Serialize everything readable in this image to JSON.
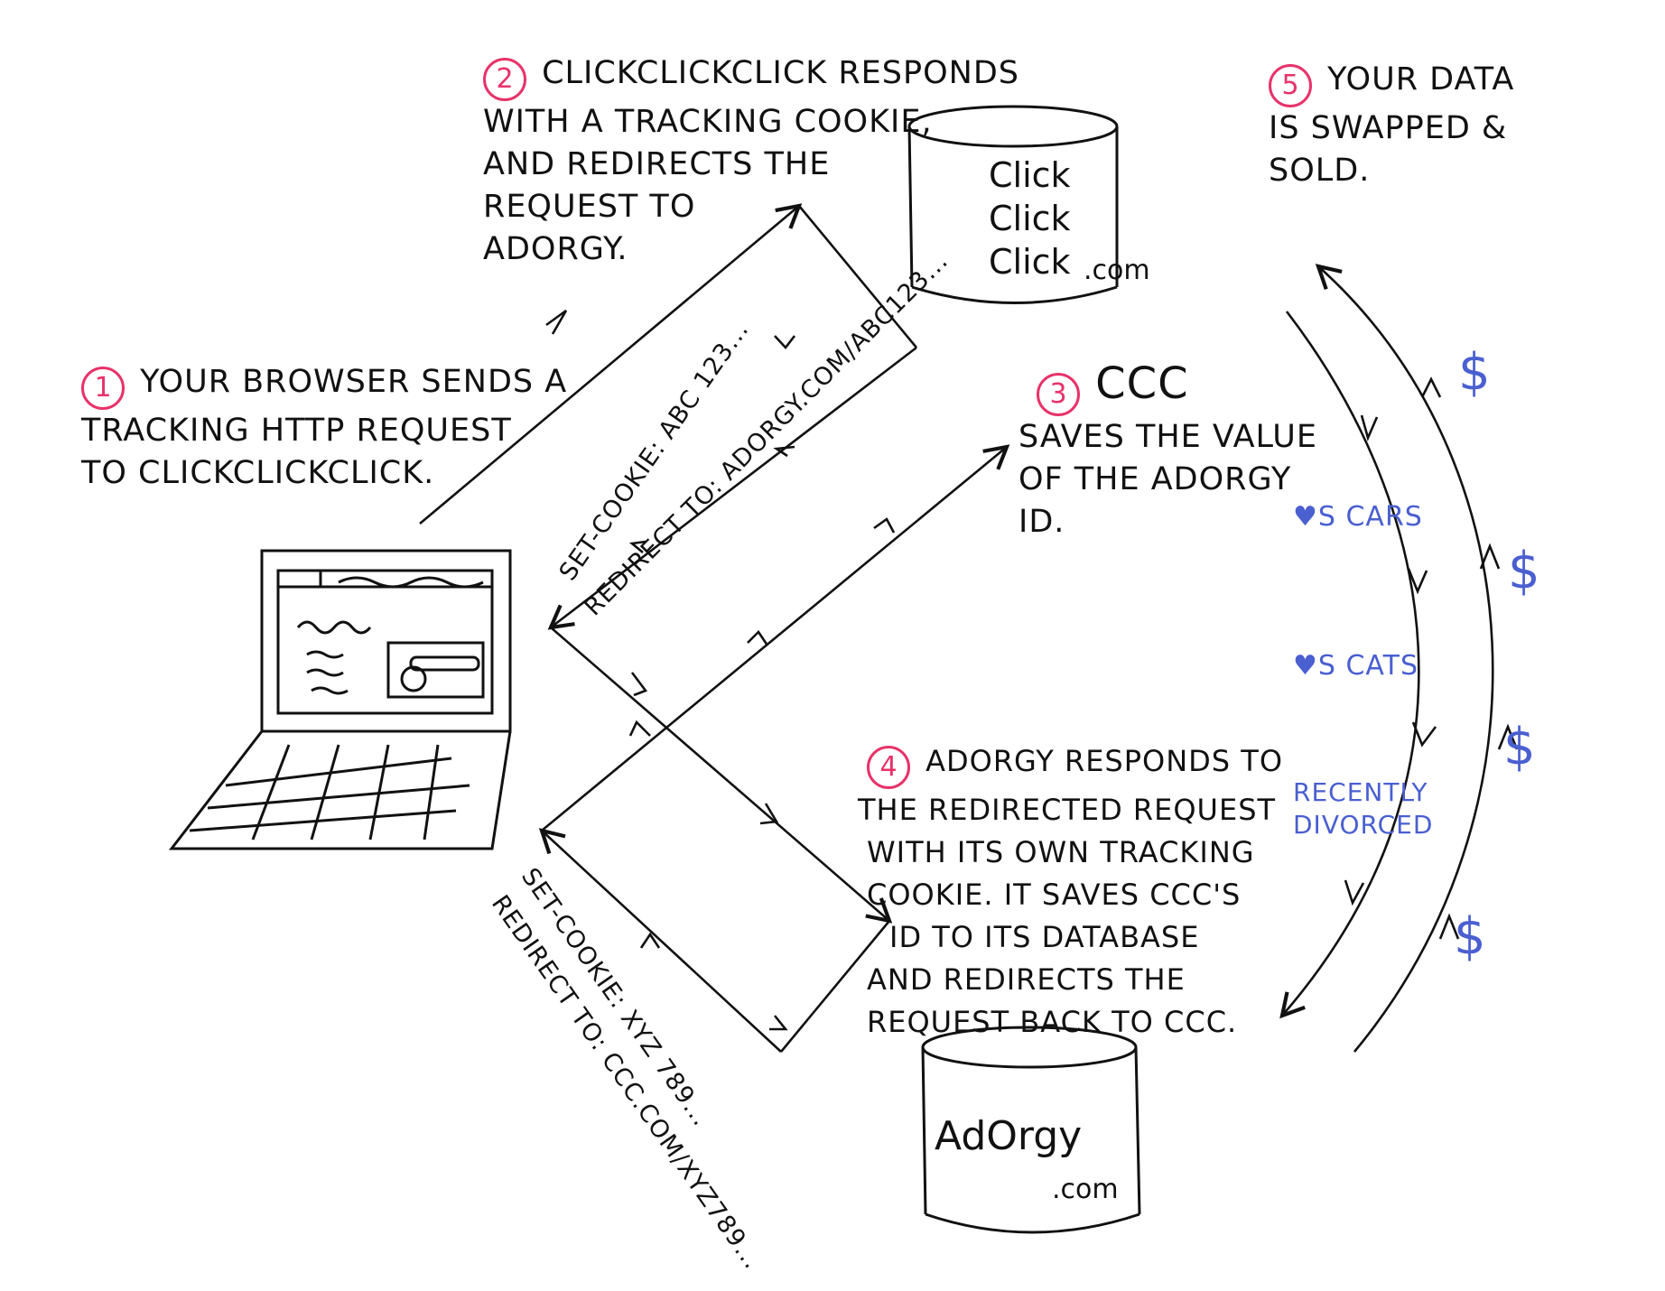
{
  "steps": [
    {
      "number": "1",
      "lines": [
        "Your browser sends a",
        "tracking HTTP request",
        "to clickclickclick."
      ]
    },
    {
      "number": "2",
      "lines": [
        "Clickclickclick responds",
        "with a tracking cookie,",
        "and redirects the",
        "request to",
        "Adorgy."
      ]
    },
    {
      "number": "3",
      "lines": [
        "CCC",
        "saves the value",
        "of the Adorgy",
        "ID."
      ]
    },
    {
      "number": "4",
      "lines": [
        "Adorgy responds to",
        "the redirected request",
        "with its own tracking",
        "cookie. It saves CCC's",
        "ID to its database",
        "and redirects the",
        "request back to CCC."
      ]
    },
    {
      "number": "5",
      "lines": [
        "Your data",
        "is swapped &",
        "sold."
      ]
    }
  ],
  "databases": {
    "clickclickclick": {
      "lines": [
        "Click",
        "Click",
        "Click"
      ],
      "suffix": ".com"
    },
    "adorgy": {
      "lines": [
        "AdOrgy"
      ],
      "suffix": ".com"
    }
  },
  "arrow_labels": {
    "ccc_set_cookie": "Set-Cookie: ABC 123...",
    "ccc_redirect": "Redirect to: adorgy.com/ABC123...",
    "adorgy_set_cookie": "Set-Cookie: XYZ 789...",
    "adorgy_redirect": "Redirect to: ccc.com/xyz789..."
  },
  "data_tags": [
    "♥s cars",
    "♥s cats",
    "Recently divorced"
  ],
  "money_symbols": [
    "$",
    "$",
    "$",
    "$"
  ],
  "colors": {
    "step_circle": "#e8326a",
    "annotation": "#4a5fd0",
    "ink": "#111111"
  }
}
